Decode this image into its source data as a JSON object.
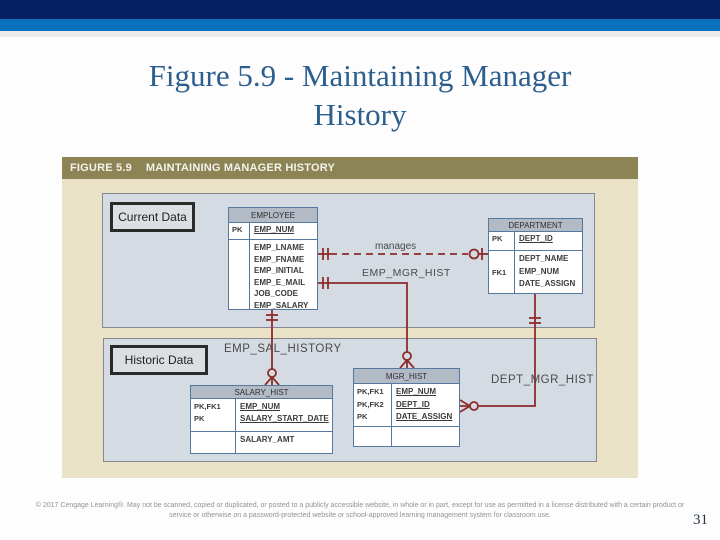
{
  "slide": {
    "title_line1": "Figure 5.9 - Maintaining Manager",
    "title_line2": "History",
    "page_number": "31",
    "footer": "© 2017 Cengage Learning®. May not be scanned, copied or duplicated, or posted to a publicly accessible website, in whole or in part, except for use as permitted in a license distributed with a certain product or service or otherwise on a password-protected website or school-approved learning management system for classroom use."
  },
  "figure": {
    "header_label": "FIGURE 5.9",
    "header_title": "MAINTAINING MANAGER HISTORY",
    "sections": {
      "current": "Current Data",
      "historic": "Historic Data"
    },
    "labels": {
      "manages": "manages",
      "emp_mgr_hist": "EMP_MGR_HIST",
      "emp_sal_history": "EMP_SAL_HISTORY",
      "dept_mgr_hist": "DEPT_MGR_HIST"
    },
    "tables": {
      "employee": {
        "name": "EMPLOYEE",
        "pk_key": "PK",
        "pk_attr": "EMP_NUM",
        "attrs": [
          "EMP_LNAME",
          "EMP_FNAME",
          "EMP_INITIAL",
          "EMP_E_MAIL",
          "JOB_CODE",
          "EMP_SALARY"
        ]
      },
      "department": {
        "name": "DEPARTMENT",
        "pk_key": "PK",
        "pk_attr": "DEPT_ID",
        "fk_key": "FK1",
        "attrs": [
          "DEPT_NAME",
          "EMP_NUM",
          "DATE_ASSIGN"
        ]
      },
      "salary_hist": {
        "name": "SALARY_HIST",
        "keys": [
          "PK,FK1",
          "PK"
        ],
        "pk_attrs": [
          "EMP_NUM",
          "SALARY_START_DATE"
        ],
        "attr": "SALARY_AMT"
      },
      "mgr_hist": {
        "name": "MGR_HIST",
        "keys": [
          "PK,FK1",
          "PK,FK2",
          "PK"
        ],
        "pk_attrs": [
          "EMP_NUM",
          "DEPT_ID",
          "DATE_ASSIGN"
        ]
      }
    }
  },
  "colors": {
    "top_bar_navy": "#052161",
    "top_bar_blue": "#0a71bf",
    "title_blue": "#2d5f8e",
    "figure_header_olive": "#8d8455",
    "figure_beige": "#e9e2c6",
    "panel_gray_blue": "#d5dbe2",
    "entity_border_blue": "#56799f",
    "entity_header_gray": "#b2bac6",
    "relationship_red": "#8e2b2b"
  }
}
